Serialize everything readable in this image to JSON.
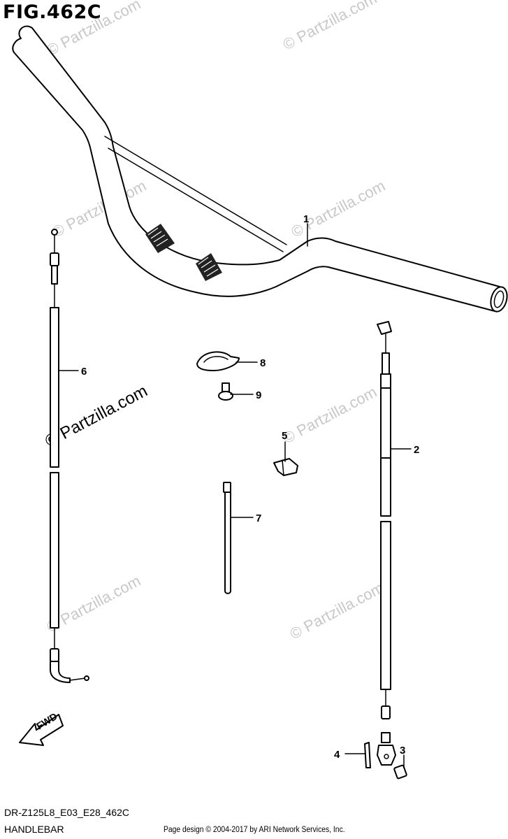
{
  "figure": {
    "title": "FIG.462C",
    "model_code": "DR-Z125L8_E03_E28_462C",
    "section_name": "HANDLEBAR",
    "credit": "Page design © 2004-2017 by ARI Network Services, Inc."
  },
  "watermark": "© Partzilla.com",
  "fwd_label": "FWD",
  "callouts": [
    "1",
    "2",
    "3",
    "4",
    "5",
    "6",
    "7",
    "8",
    "9"
  ]
}
